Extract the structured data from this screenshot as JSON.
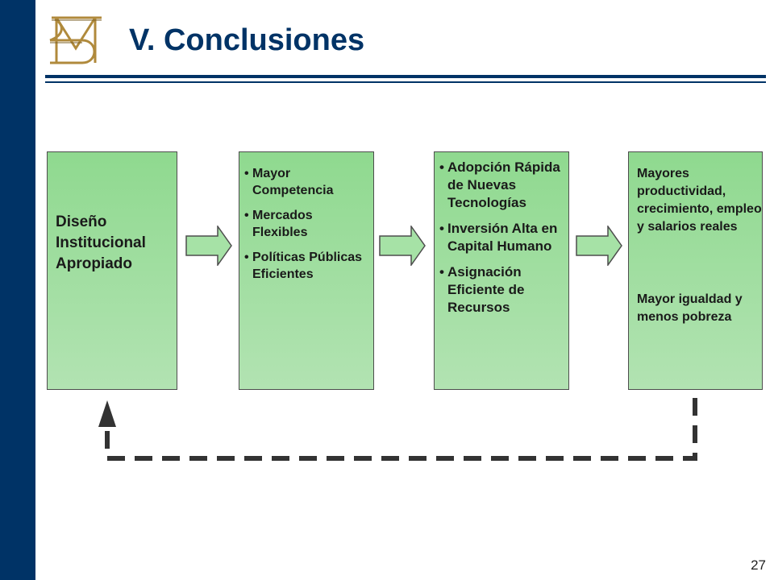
{
  "slide": {
    "title": "V. Conclusiones",
    "page_number": "27",
    "colors": {
      "navy": "#003366",
      "green_top": "#8fd98f",
      "green_bottom": "#b2e3b2",
      "gold": "#b08a3c",
      "arrow_fill": "#a6e2a6",
      "dash": "#333333"
    }
  },
  "logo": {
    "icon": "bm-monogram-icon"
  },
  "diagram": {
    "box1": {
      "lines": [
        "Diseño",
        "Institucional",
        "Apropiado"
      ]
    },
    "box2": {
      "bullets": [
        {
          "dot": "•",
          "text": "Mayor Competencia"
        },
        {
          "dot": "•",
          "text": "Mercados Flexibles"
        },
        {
          "dot": "•",
          "text": "Políticas Públicas Eficientes"
        }
      ]
    },
    "box3": {
      "bullets": [
        {
          "dot": "•",
          "text": "Adopción Rápida de Nuevas Tecnologías"
        },
        {
          "dot": "•",
          "text": "Inversión Alta en Capital Humano"
        },
        {
          "dot": "•",
          "text": "Asignación Eficiente de Recursos"
        }
      ]
    },
    "box4": {
      "outcome1": "Mayores productividad, crecimiento, empleo y salarios reales",
      "outcome2": "Mayor igualdad y menos pobreza"
    },
    "feedback": {
      "icon": "dashed-feedback-arrow-icon"
    }
  }
}
